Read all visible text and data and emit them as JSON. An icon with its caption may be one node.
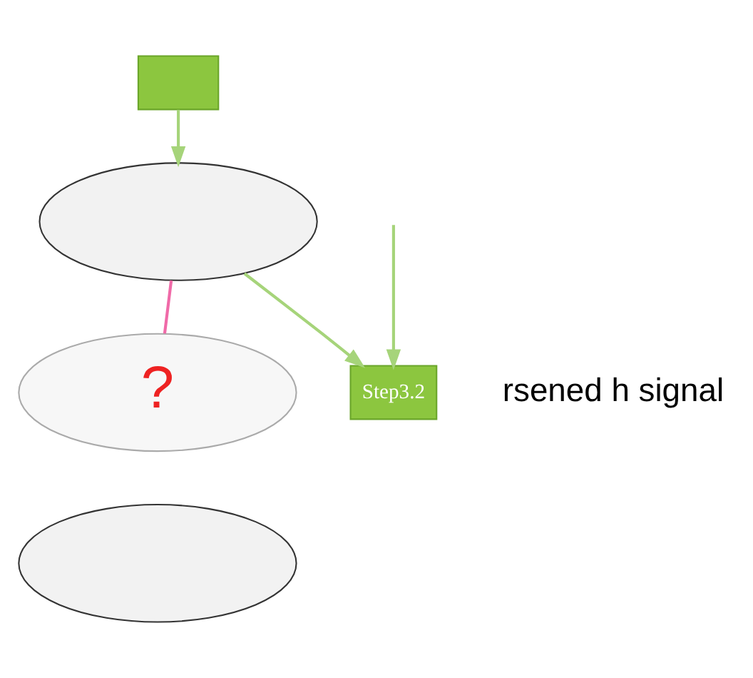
{
  "diagram": {
    "nodes": [
      {
        "text": [],
        "shape": "box"
      },
      {
        "text": [],
        "shape": "ellipse"
      },
      {
        "text": [
          "?"
        ]
      },
      {
        "text": [],
        "shape": "ellipse"
      },
      {
        "text": [
          "Step3.2"
        ]
      }
    ],
    "edges": [
      {
        "from": 0,
        "to": 1,
        "arrow": "to"
      },
      {
        "from": 1,
        "to": 2,
        "arrow": "none",
        "color": "#f06aa8"
      },
      {
        "from": 1,
        "to": 4,
        "arrow": "to"
      },
      {
        "from": null,
        "to": 4,
        "arrow": "to"
      }
    ],
    "labels": [
      "rsened h signal"
    ]
  }
}
